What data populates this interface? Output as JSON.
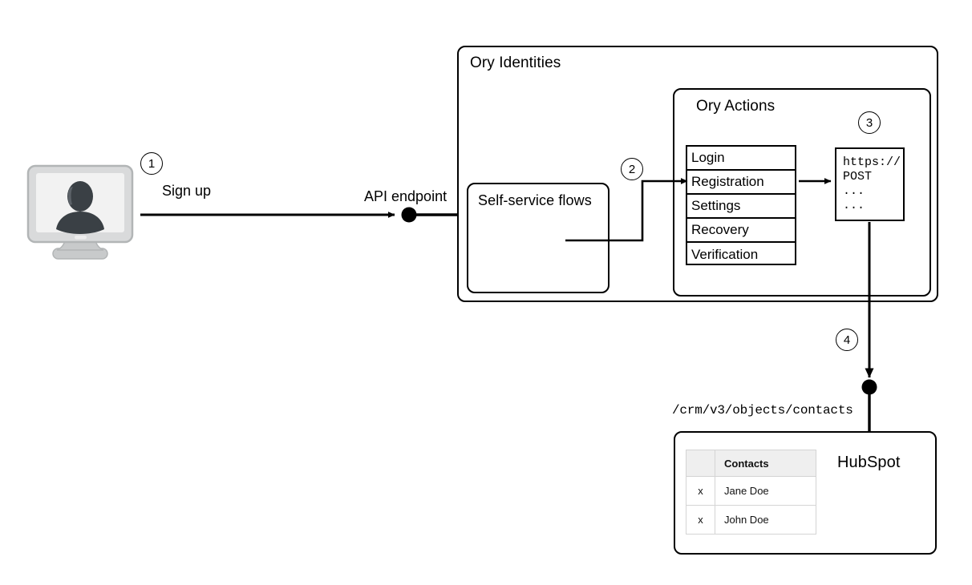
{
  "diagram": {
    "title_hidden": "",
    "client": {
      "icon_name": "desktop-user-icon",
      "step_label": "1",
      "action_label": "Sign up"
    },
    "api": {
      "endpoint_label": "API endpoint"
    },
    "ory_identities": {
      "label": "Ory Identities",
      "self_service": {
        "label": "Self-service flows"
      },
      "step_label": "2",
      "ory_actions": {
        "label": "Ory Actions",
        "flows": [
          {
            "label": "Login"
          },
          {
            "label": "Registration"
          },
          {
            "label": "Settings"
          },
          {
            "label": "Recovery"
          },
          {
            "label": "Verification"
          }
        ],
        "webhook": {
          "step_label": "3",
          "lines": "https://\nPOST\n...\n..."
        }
      }
    },
    "hubspot": {
      "step_label": "4",
      "endpoint_path": "/crm/v3/objects/contacts",
      "label": "HubSpot",
      "table": {
        "headers": [
          "",
          "Contacts"
        ],
        "rows": [
          [
            "x",
            "Jane Doe"
          ],
          [
            "x",
            "John Doe"
          ]
        ]
      }
    },
    "colors": {
      "stroke": "#000000",
      "monitor_bezel": "#d9dadb",
      "monitor_screen": "#f2f2f2",
      "monitor_person": "#3a4045",
      "table_header_bg": "#efefef",
      "table_border": "#d4d4d4"
    }
  }
}
